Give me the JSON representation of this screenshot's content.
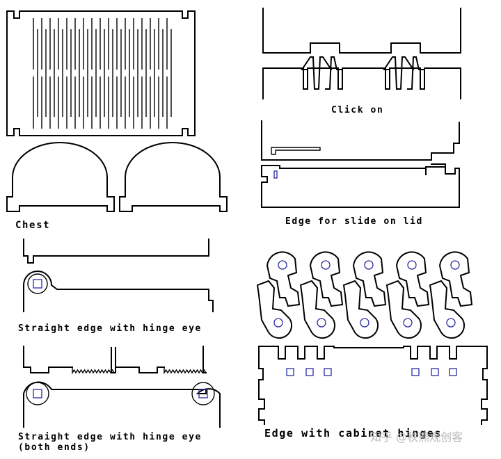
{
  "labels": {
    "chest": "Chest",
    "click_on": "Click on",
    "slide_lid": "Edge for slide on lid",
    "hinge_eye": "Straight edge with hinge eye",
    "hinge_eye_both_1": "Straight edge with hinge eye",
    "hinge_eye_both_2": "(both ends)",
    "cabinet_hinges": "Edge with cabinet hinges"
  },
  "watermark": "知乎 @秩熊观创客",
  "colors": {
    "line": "#000000",
    "hole": "#2a2aa6",
    "watermark": "#b8b8b8"
  }
}
